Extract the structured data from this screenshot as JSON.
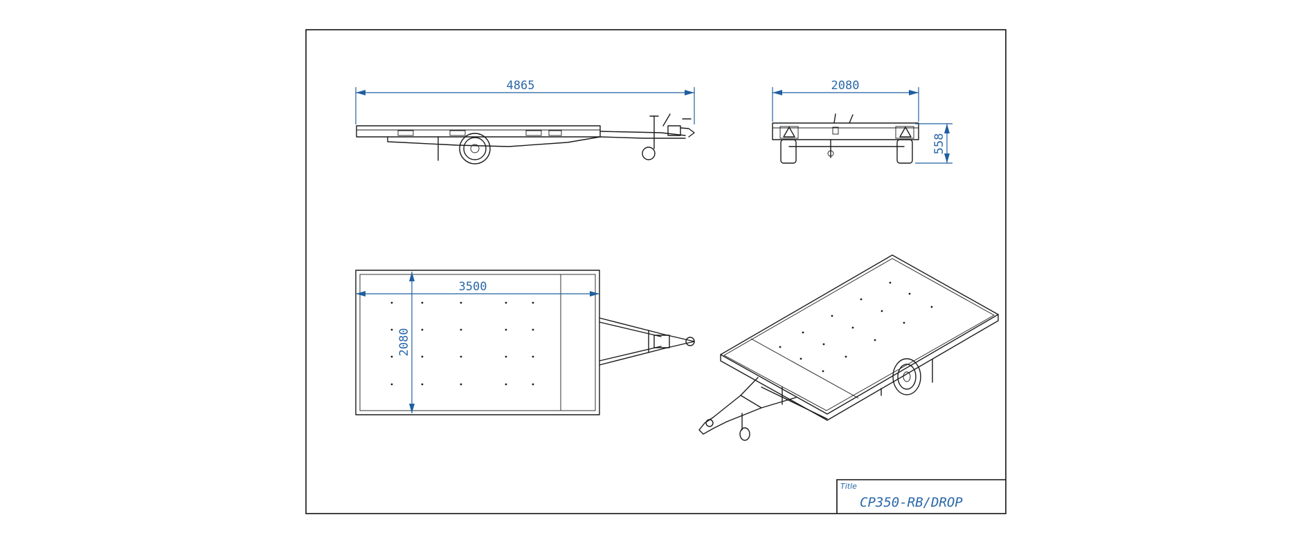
{
  "dimensions": {
    "side_length": "4865",
    "rear_width": "2080",
    "rear_height": "558",
    "top_length": "3500",
    "top_width": "2080"
  },
  "title_block": {
    "label": "Title",
    "title": "CP350-RB/DROP"
  },
  "colors": {
    "dimension": "#1f5f9f",
    "line": "#1a1a1a"
  }
}
